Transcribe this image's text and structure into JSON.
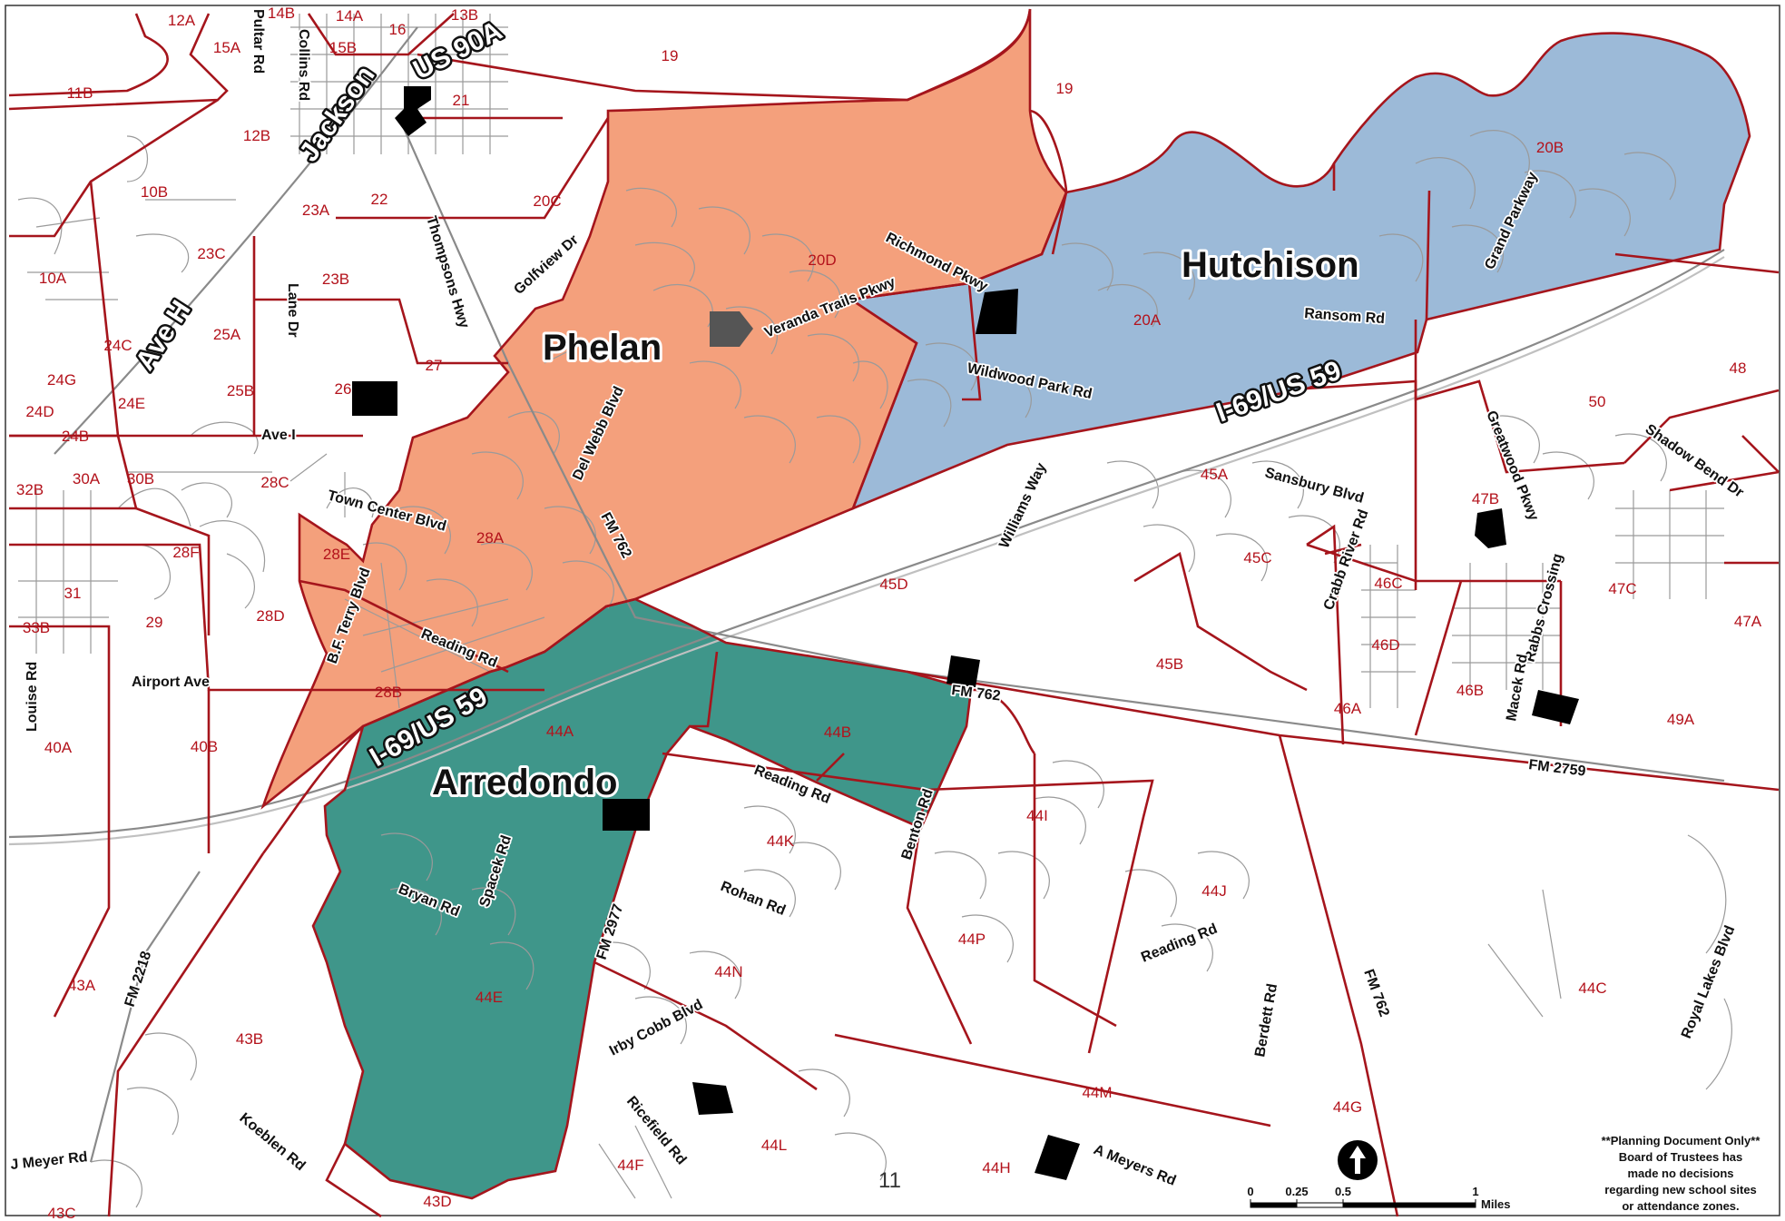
{
  "map": {
    "page_number": "11",
    "colors": {
      "phelan": "#f4a07c",
      "hutchison": "#9cbad8",
      "arredondo": "#3f968a",
      "boundary": "#a5151c",
      "zone_text": "#b3121b",
      "street": "#9a9a9a"
    },
    "schools": [
      {
        "id": "phelan",
        "label": "Phelan"
      },
      {
        "id": "hutchison",
        "label": "Hutchison"
      },
      {
        "id": "arredondo",
        "label": "Arredondo"
      }
    ],
    "zones": [
      "12A",
      "14B",
      "14A",
      "13B",
      "15A",
      "15B",
      "16",
      "19",
      "19",
      "11B",
      "21",
      "12B",
      "20C",
      "20D",
      "20B",
      "20A",
      "10B",
      "22",
      "23A",
      "23C",
      "23B",
      "10A",
      "25A",
      "24C",
      "25B",
      "24G",
      "26",
      "27",
      "24D",
      "24E",
      "24B",
      "30A",
      "30B",
      "28C",
      "32B",
      "28E",
      "28A",
      "28F",
      "45A",
      "47B",
      "48",
      "50",
      "45C",
      "31",
      "29",
      "28D",
      "45D",
      "46C",
      "47C",
      "47A",
      "33B",
      "46D",
      "45B",
      "28B",
      "40A",
      "40B",
      "44A",
      "44B",
      "46B",
      "46A",
      "49A",
      "44I",
      "44K",
      "44J",
      "44P",
      "43A",
      "44N",
      "44E",
      "43B",
      "44C",
      "44M",
      "44G",
      "44L",
      "44F",
      "44H",
      "43D",
      "43C"
    ],
    "roads": {
      "jackson": "Jackson",
      "us90a": "US 90A",
      "ave_h": "Ave H",
      "i69_upper": "I-69/US 59",
      "i69_lower": "I-69/US 59",
      "pultar": "Pultar Rd",
      "collins": "Collins Rd",
      "thompsons": "Thompsons Hwy",
      "golfview": "Golfview Dr",
      "lane": "Lane Dr",
      "richmond": "Richmond Pkwy",
      "veranda": "Veranda Trails Pkwy",
      "grand": "Grand Parkway",
      "ransom": "Ransom Rd",
      "wildwood": "Wildwood Park Rd",
      "ave_i": "Ave I",
      "del_webb": "Del Webb Blvd",
      "town_center": "Town Center Blvd",
      "sansbury": "Sansbury Blvd",
      "williams": "Williams Way",
      "crabb": "Crabb River Rd",
      "greatwood": "Greatwood Pkwy",
      "shadow_bend": "Shadow Bend Dr",
      "fm762_a": "FM 762",
      "fm762_b": "FM 762",
      "fm762_c": "FM 762",
      "rabbs": "Rabbs Crossing",
      "macek": "Macek Rd",
      "bf_terry": "B.F. Terry Blvd",
      "reading_a": "Reading Rd",
      "reading_b": "Reading Rd",
      "reading_c": "Reading Rd",
      "airport": "Airport Ave",
      "louise": "Louise Rd",
      "fm2759": "FM 2759",
      "benton": "Benton Rd",
      "rohan": "Rohan Rd",
      "spacek": "Spacek Rd",
      "bryan": "Bryan Rd",
      "fm2977": "FM 2977",
      "fm2218": "FM 2218",
      "irby_cobb": "Irby Cobb Blvd",
      "ricefield": "Ricefield Rd",
      "koeblen": "Koeblen Rd",
      "j_meyer": "J Meyer Rd",
      "bertdett": "Berdett Rd",
      "a_meyers": "A Meyers Rd",
      "royal_lakes": "Royal Lakes Blvd"
    },
    "scale_bar": {
      "ticks": [
        "0",
        "0.25",
        "0.5",
        "1"
      ],
      "unit": "Miles"
    },
    "north_arrow": "north-arrow-icon",
    "disclaimer": [
      "**Planning Document Only**",
      "Board of Trustees has",
      "made no decisions",
      "regarding new school sites",
      "or attendance zones."
    ]
  }
}
